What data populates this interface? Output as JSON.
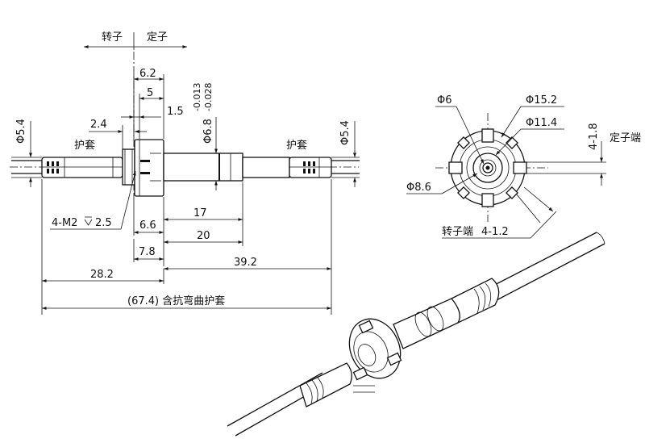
{
  "header": {
    "rotor": "转子",
    "stator": "定子"
  },
  "side_view": {
    "dim_6_2": "6.2",
    "dim_5": "5",
    "dim_1_5": "1.5",
    "dim_2_4": "2.4",
    "dim_shaft_dia": "Φ6.8",
    "dim_shaft_tol_upper": "-0.013",
    "dim_shaft_tol_lower": "-0.028",
    "dim_left_dia": "Φ5.4",
    "dim_right_dia": "Φ5.4",
    "label_sleeve_left": "护套",
    "label_sleeve_right": "护套",
    "label_screw": "4-M2",
    "label_screw_depth": "2.5",
    "dim_6_6": "6.6",
    "dim_17": "17",
    "dim_20": "20",
    "dim_7_8": "7.8",
    "dim_39_2": "39.2",
    "dim_28_2": "28.2",
    "dim_overall": "(67.4) 含抗弯曲护套"
  },
  "end_view": {
    "dim_6": "Φ6",
    "dim_15_2": "Φ15.2",
    "dim_11_4": "Φ11.4",
    "dim_8_6": "Φ8.6",
    "dim_4_1_8": "4-1.8",
    "label_stator_end": "定子端",
    "label_rotor_end": "转子端",
    "dim_4_1_2": "4-1.2"
  }
}
